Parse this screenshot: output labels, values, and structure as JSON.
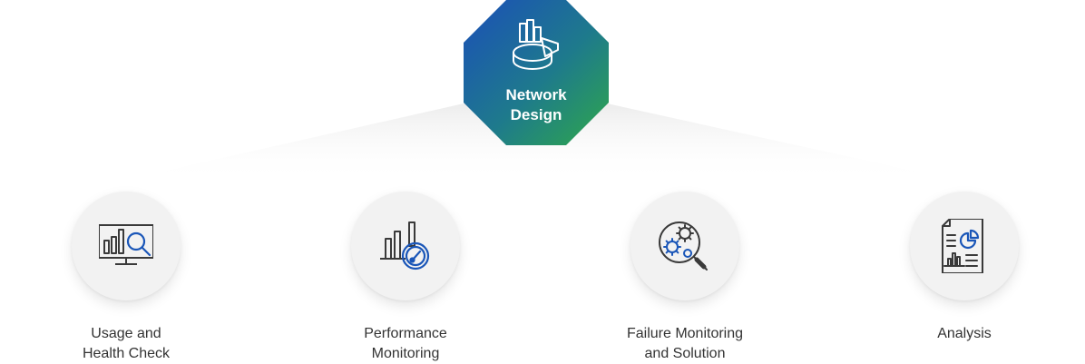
{
  "hub": {
    "title_line1": "Network",
    "title_line2": "Design",
    "icon": "chart-pie-icon",
    "gradient": [
      "#1b5fb4",
      "#2e9e4a"
    ]
  },
  "nodes": [
    {
      "line1": "Usage and",
      "line2": "Health Check",
      "icon": "monitor-chart-search-icon"
    },
    {
      "line1": "Performance",
      "line2": "Monitoring",
      "icon": "bar-chart-gauge-icon"
    },
    {
      "line1": "Failure Monitoring",
      "line2": "and Solution",
      "icon": "gears-magnifier-icon"
    },
    {
      "line1": "Analysis",
      "line2": "",
      "icon": "document-report-icon"
    }
  ],
  "colors": {
    "icon_stroke": "#3a3a3a",
    "icon_accent": "#1a56b8",
    "label": "#333333"
  }
}
